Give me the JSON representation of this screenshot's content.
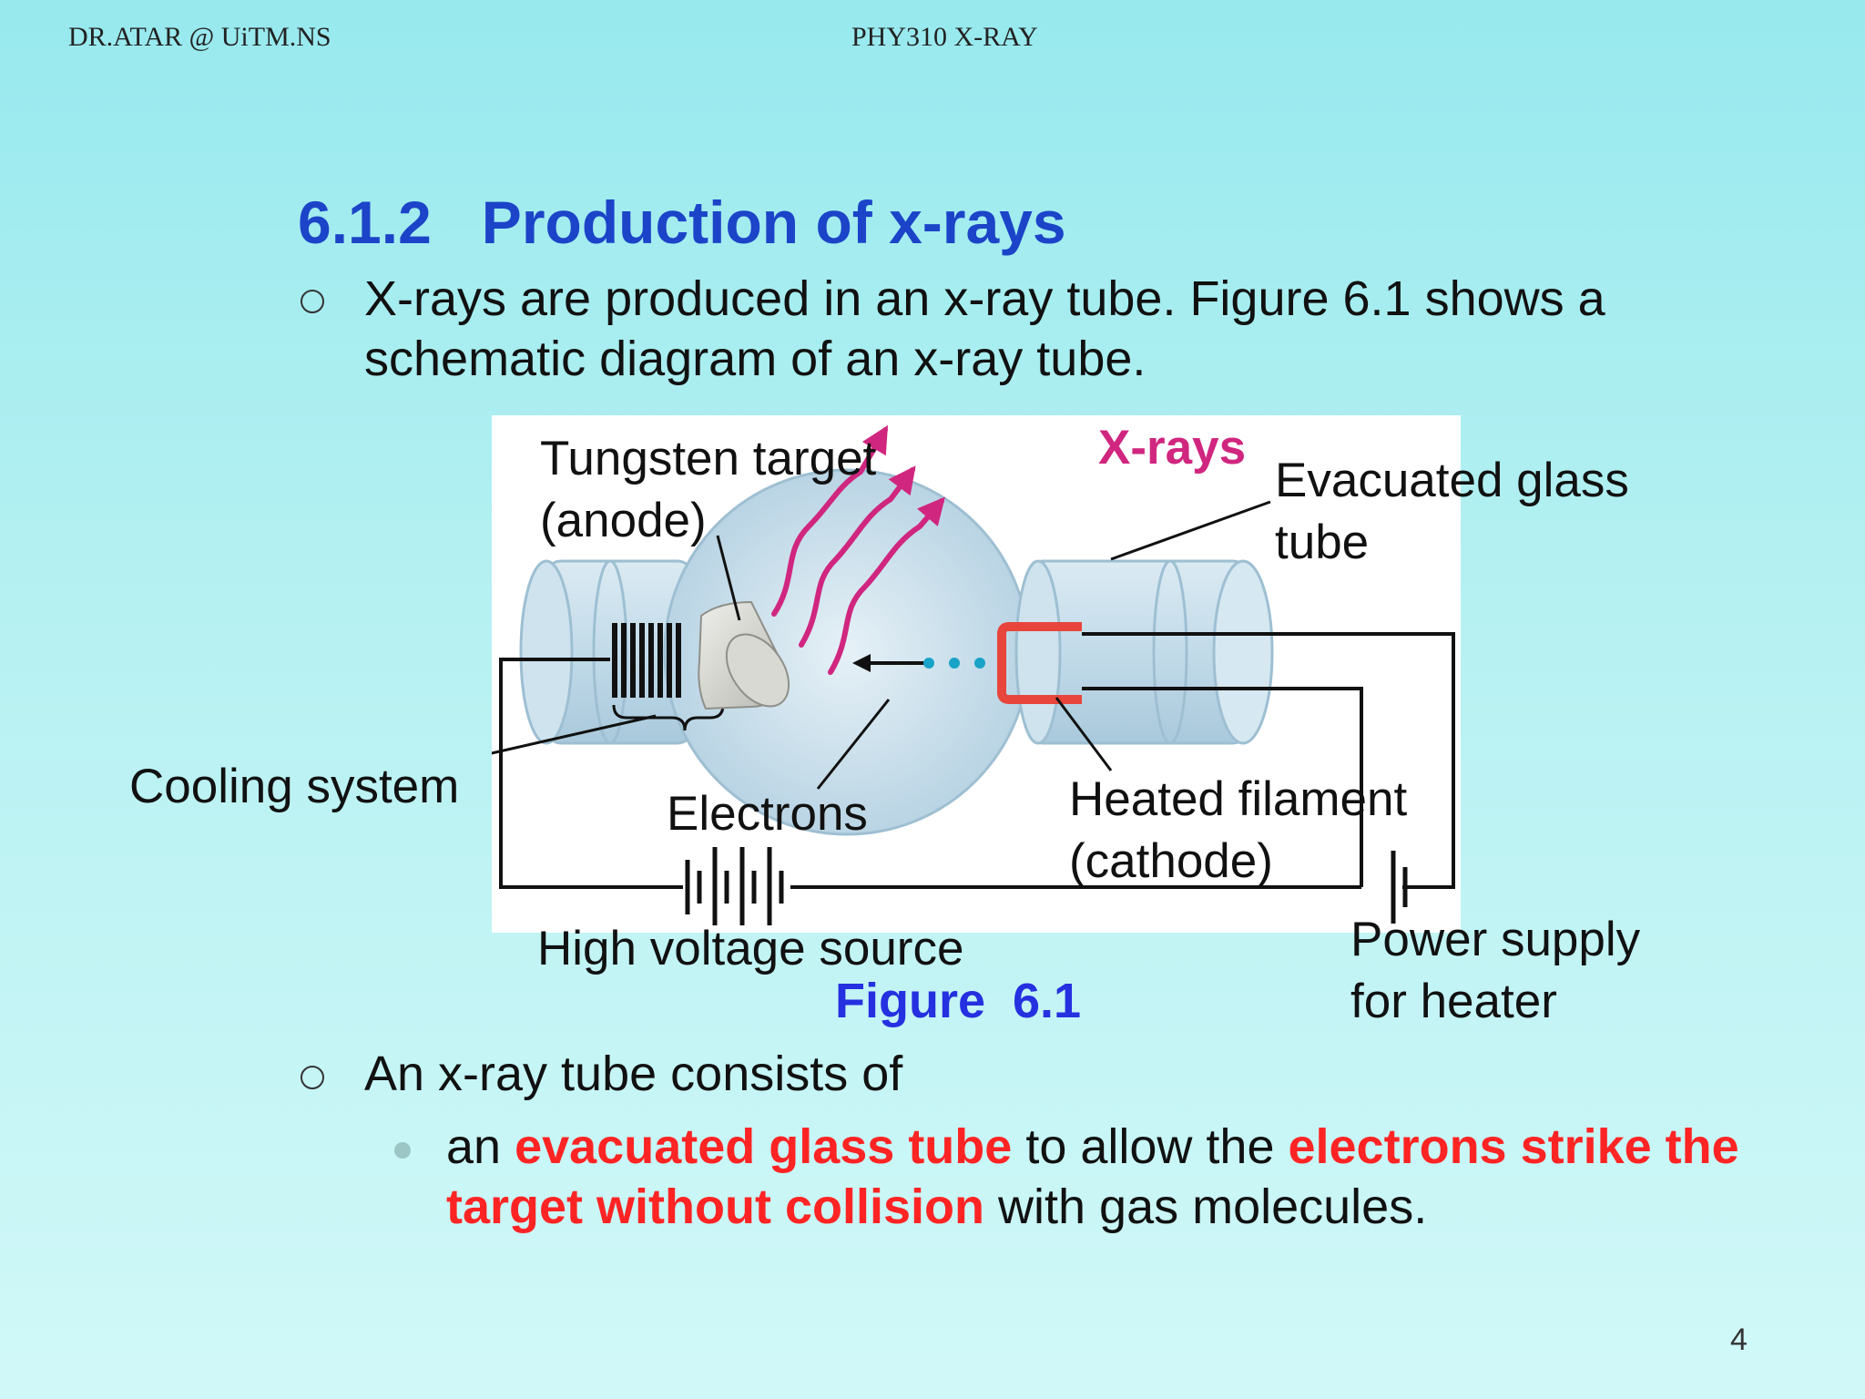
{
  "header": {
    "left": "DR.ATAR @ UiTM.NS",
    "center": "PHY310 X-RAY"
  },
  "title": "6.1.2   Production of x-rays",
  "bullet1": "X-rays are produced in an x-ray tube. Figure 6.1 shows a schematic diagram of an x-ray tube.",
  "figure": {
    "labels": {
      "tungsten": "Tungsten target",
      "anode": "(anode)",
      "xrays": "X-rays",
      "evacuated": "Evacuated glass",
      "tube": "tube",
      "cooling": "Cooling system",
      "electrons": "Electrons",
      "heated": "Heated filament",
      "cathode": "(cathode)",
      "hv": "High voltage source",
      "ps1": "Power supply",
      "ps2": "for heater"
    },
    "caption": "Figure  6.1",
    "colors": {
      "xrays": "#d0267f",
      "filament": "#e8453c",
      "glass": "#c9e2ef"
    }
  },
  "bullet2": "An x-ray tube consists of",
  "sub1": {
    "p1": "an ",
    "r1": "evacuated glass tube",
    "p2": " to allow the ",
    "r2": "electrons strike the",
    "r3": "target without collision",
    "p3": " with gas molecules."
  },
  "page_number": "4"
}
